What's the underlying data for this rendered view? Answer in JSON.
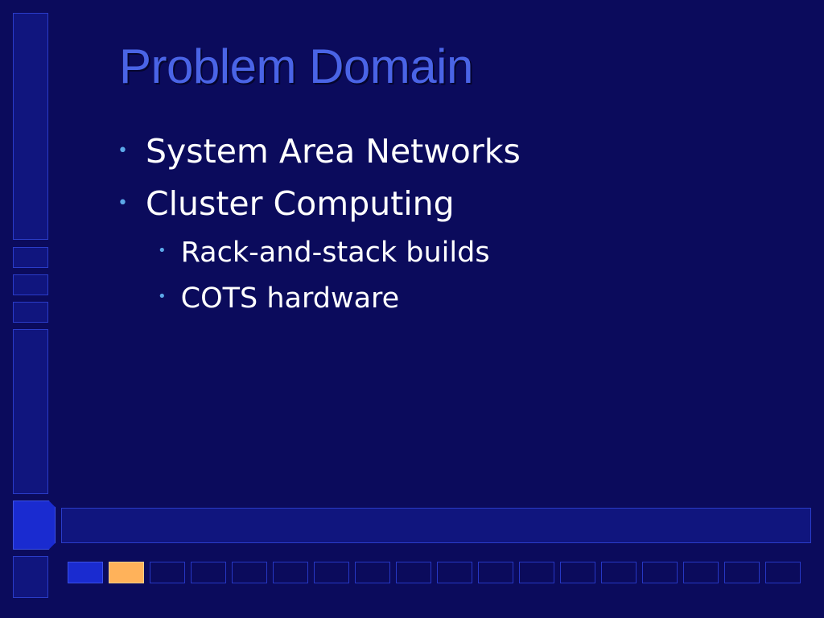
{
  "slide": {
    "title": "Problem Domain",
    "bullets": [
      {
        "text": "System Area Networks",
        "level": 1
      },
      {
        "text": "Cluster Computing",
        "level": 1
      },
      {
        "text": "Rack-and-stack builds",
        "level": 2
      },
      {
        "text": "COTS hardware",
        "level": 2
      }
    ],
    "bullet_glyph": "•",
    "progress": {
      "total_squares": 18,
      "current_index": 1
    }
  },
  "colors": {
    "background": "#0b0b5c",
    "title": "#4a64e6",
    "bullet_dot": "#5ca8e8",
    "accent_blue": "#1a2bd0",
    "accent_orange": "#ffb25a"
  }
}
